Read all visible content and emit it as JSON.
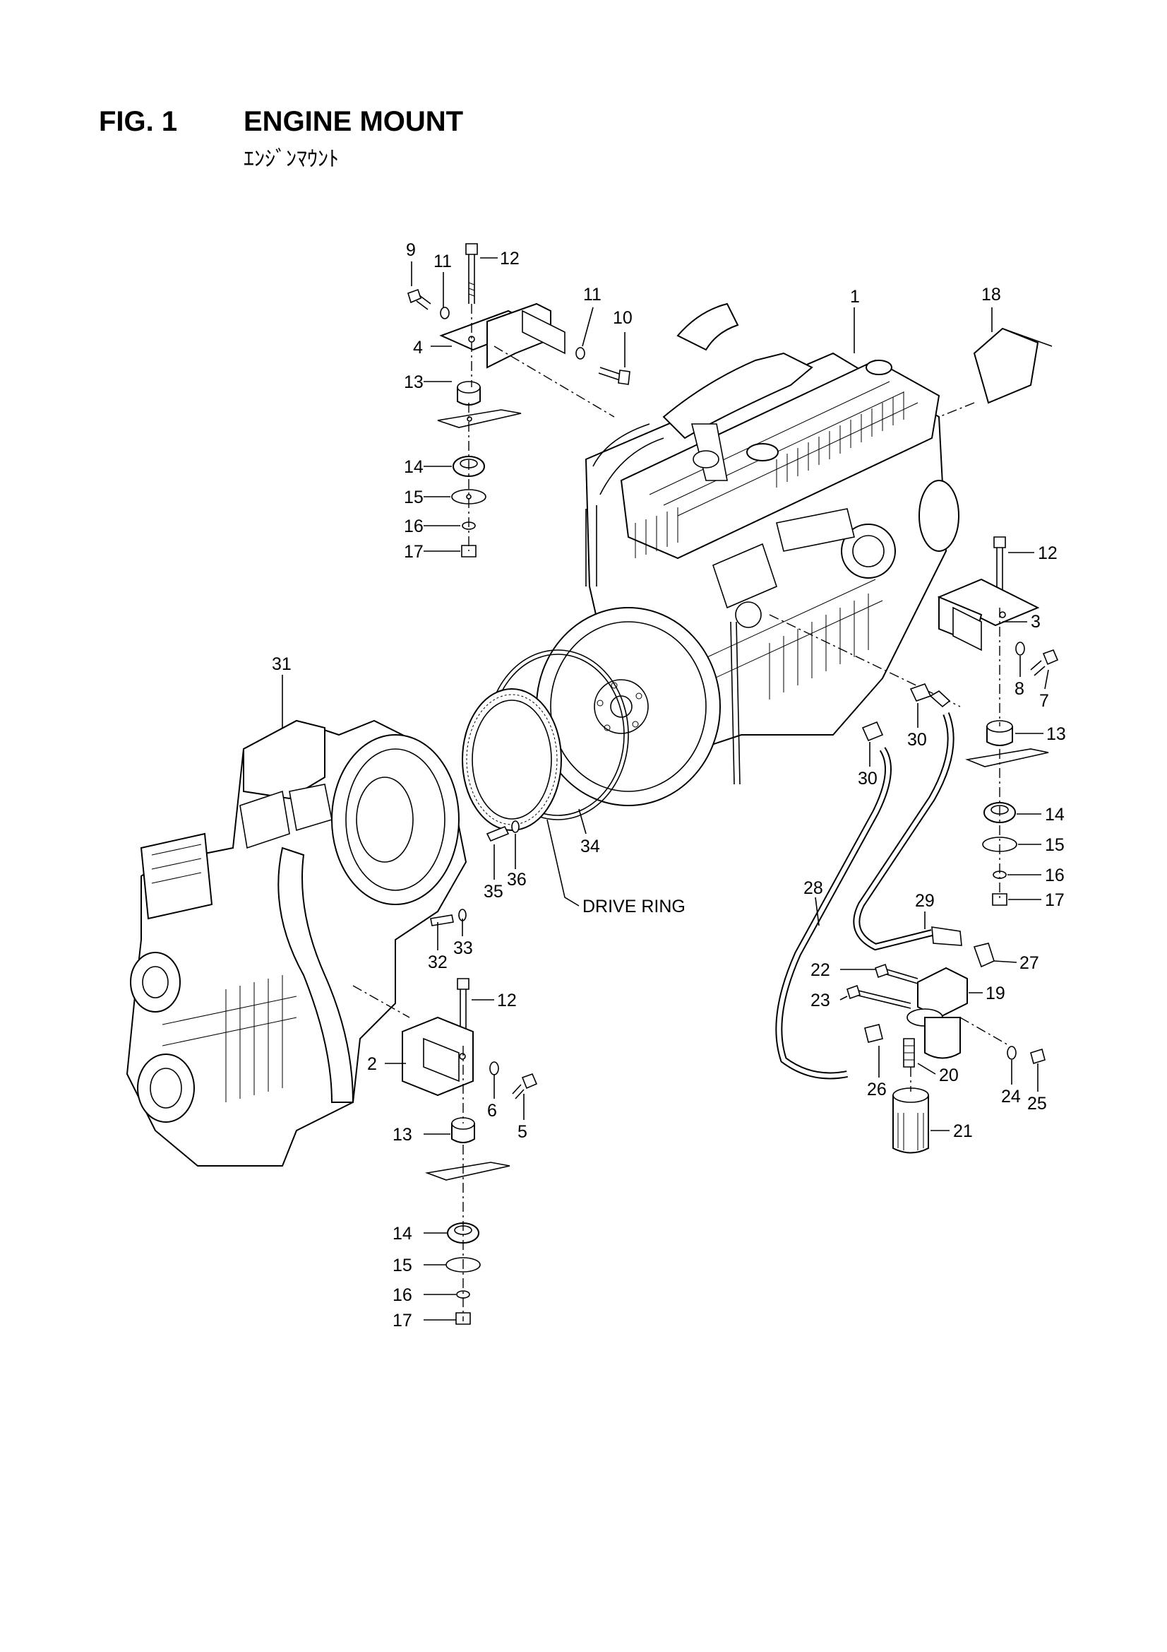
{
  "header": {
    "figure": "FIG. 1",
    "title": "ENGINE MOUNT",
    "title_jp": "ｴﾝｼﾞﾝﾏｳﾝﾄ"
  },
  "callouts": [
    {
      "id": "c9a",
      "text": "9"
    },
    {
      "id": "c11a",
      "text": "11"
    },
    {
      "id": "c12a",
      "text": "12"
    },
    {
      "id": "c11b",
      "text": "11"
    },
    {
      "id": "c10",
      "text": "10"
    },
    {
      "id": "c1",
      "text": "1"
    },
    {
      "id": "c18",
      "text": "18"
    },
    {
      "id": "c4",
      "text": "4"
    },
    {
      "id": "c13a",
      "text": "13"
    },
    {
      "id": "c14a",
      "text": "14"
    },
    {
      "id": "c15a",
      "text": "15"
    },
    {
      "id": "c16a",
      "text": "16"
    },
    {
      "id": "c17a",
      "text": "17"
    },
    {
      "id": "c12b",
      "text": "12"
    },
    {
      "id": "c3",
      "text": "3"
    },
    {
      "id": "c8",
      "text": "8"
    },
    {
      "id": "c7",
      "text": "7"
    },
    {
      "id": "c13b",
      "text": "13"
    },
    {
      "id": "c30a",
      "text": "30"
    },
    {
      "id": "c30b",
      "text": "30"
    },
    {
      "id": "c14b",
      "text": "14"
    },
    {
      "id": "c15b",
      "text": "15"
    },
    {
      "id": "c16b",
      "text": "16"
    },
    {
      "id": "c17b",
      "text": "17"
    },
    {
      "id": "c31",
      "text": "31"
    },
    {
      "id": "c34",
      "text": "34"
    },
    {
      "id": "c36",
      "text": "36"
    },
    {
      "id": "c35",
      "text": "35"
    },
    {
      "id": "cdr",
      "text": "DRIVE RING"
    },
    {
      "id": "c28",
      "text": "28"
    },
    {
      "id": "c29",
      "text": "29"
    },
    {
      "id": "c27",
      "text": "27"
    },
    {
      "id": "c22",
      "text": "22"
    },
    {
      "id": "c19",
      "text": "19"
    },
    {
      "id": "c23",
      "text": "23"
    },
    {
      "id": "c33",
      "text": "33"
    },
    {
      "id": "c32",
      "text": "32"
    },
    {
      "id": "c12c",
      "text": "12"
    },
    {
      "id": "c2",
      "text": "2"
    },
    {
      "id": "c6",
      "text": "6"
    },
    {
      "id": "c5",
      "text": "5"
    },
    {
      "id": "c26",
      "text": "26"
    },
    {
      "id": "c20",
      "text": "20"
    },
    {
      "id": "c24",
      "text": "24"
    },
    {
      "id": "c25",
      "text": "25"
    },
    {
      "id": "c13c",
      "text": "13"
    },
    {
      "id": "c21",
      "text": "21"
    },
    {
      "id": "c14c",
      "text": "14"
    },
    {
      "id": "c15c",
      "text": "15"
    },
    {
      "id": "c16c",
      "text": "16"
    },
    {
      "id": "c17c",
      "text": "17"
    }
  ]
}
